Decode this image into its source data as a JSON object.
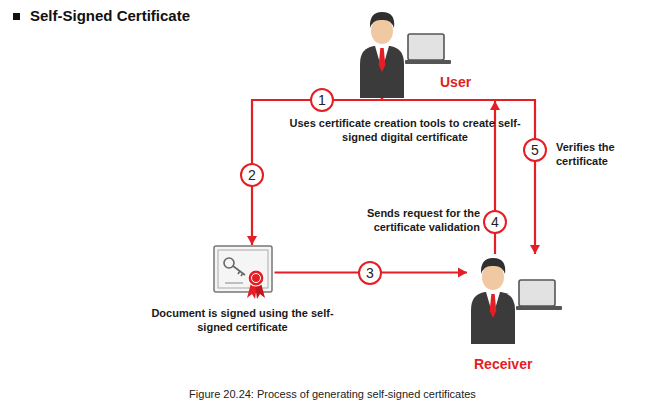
{
  "diagram": {
    "title": "Self-Signed Certificate",
    "caption": "Figure 20.24: Process of generating self-signed certificates",
    "nodes": [
      {
        "text": [
          "User"
        ]
      },
      {
        "text": [
          "Document is signed using the self-signed certificate"
        ]
      },
      {
        "text": [
          "Receiver"
        ]
      }
    ],
    "edges": [
      {
        "from": 0,
        "to": 1,
        "arrow": "to"
      },
      {
        "from": 1,
        "to": 2,
        "arrow": "to"
      },
      {
        "from": 2,
        "to": 0,
        "arrow": "to"
      },
      {
        "from": 0,
        "to": 2,
        "arrow": "to"
      }
    ],
    "labels": [
      "1",
      "Uses certificate creation tools to create self-signed digital certificate",
      "2",
      "3",
      "4",
      "Sends request for the certificate validation",
      "5",
      "Verifies the certificate"
    ]
  }
}
